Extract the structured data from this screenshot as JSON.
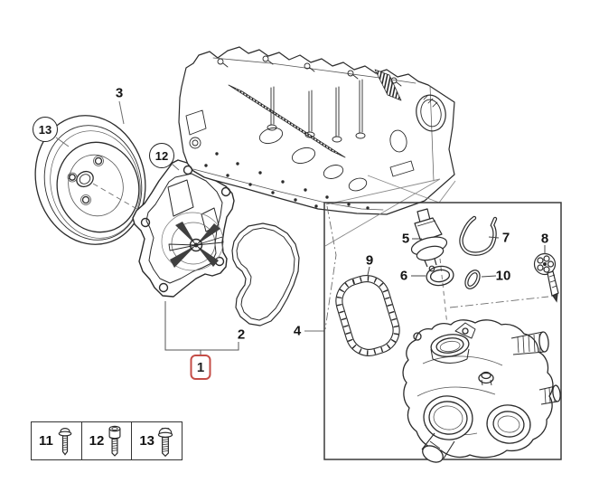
{
  "colors": {
    "line": "#2b2b2b",
    "leader": "#6e6e6e",
    "highlight_red": "#c44d47"
  },
  "callouts": {
    "assembly": "1",
    "gasket": "2",
    "pulley": "3",
    "thermostat_housing_group": "4",
    "sensor": "5",
    "o_ring": "6",
    "clip": "7",
    "plug_sensor": "8",
    "profile_gasket": "9",
    "small_o_ring": "10",
    "screw_12": "12",
    "screw_13": "13"
  },
  "legend": {
    "items": [
      {
        "num": "11"
      },
      {
        "num": "12"
      },
      {
        "num": "13"
      }
    ]
  }
}
